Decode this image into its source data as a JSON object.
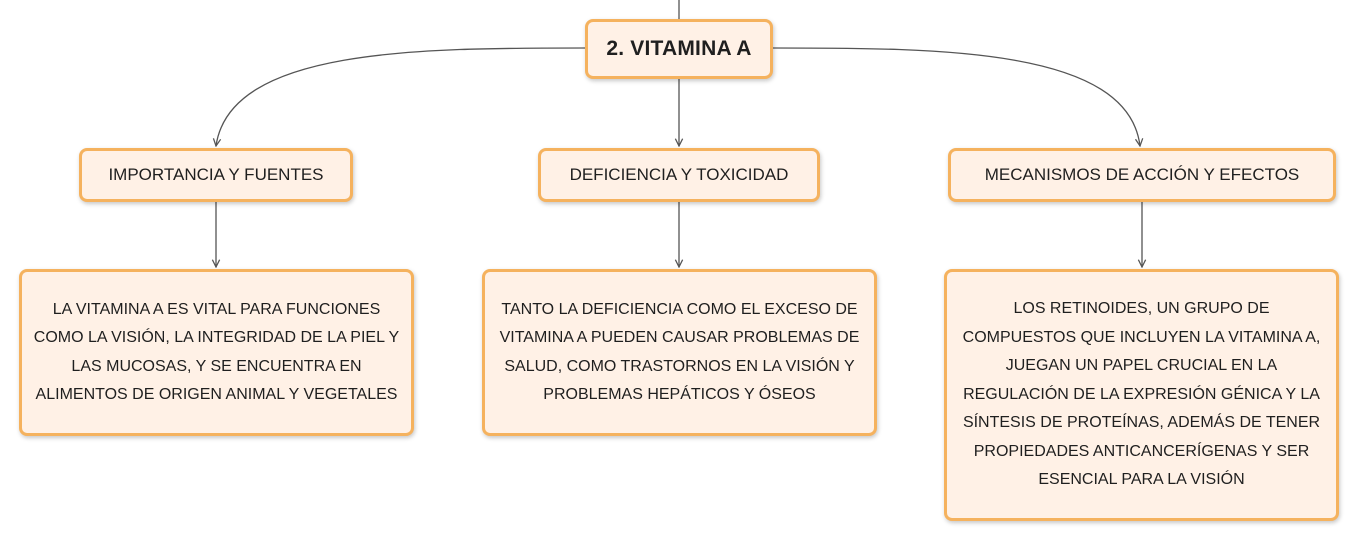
{
  "diagram": {
    "root": {
      "label": "2. VITAMINA A"
    },
    "branches": [
      {
        "topic": "IMPORTANCIA Y FUENTES",
        "detail": "LA VITAMINA A ES VITAL PARA FUNCIONES COMO LA VISIÓN, LA INTEGRIDAD DE LA PIEL Y LAS MUCOSAS, Y SE ENCUENTRA EN ALIMENTOS DE ORIGEN ANIMAL Y VEGETALES"
      },
      {
        "topic": "DEFICIENCIA Y TOXICIDAD",
        "detail": "TANTO LA DEFICIENCIA COMO EL EXCESO DE VITAMINA A PUEDEN CAUSAR PROBLEMAS DE SALUD, COMO TRASTORNOS EN LA VISIÓN Y PROBLEMAS HEPÁTICOS Y ÓSEOS"
      },
      {
        "topic": "MECANISMOS DE ACCIÓN Y EFECTOS",
        "detail": "LOS RETINOIDES, UN GRUPO DE COMPUESTOS QUE INCLUYEN LA VITAMINA A, JUEGAN UN PAPEL CRUCIAL EN LA REGULACIÓN DE LA EXPRESIÓN GÉNICA Y LA SÍNTESIS DE PROTEÍNAS, ADEMÁS DE TENER PROPIEDADES ANTICANCERÍGENAS Y SER ESENCIAL PARA LA VISIÓN"
      }
    ]
  },
  "colors": {
    "node_fill": "#fff1e6",
    "node_border": "#f5b25e",
    "connector": "#555555",
    "text": "#1f1f1f"
  }
}
